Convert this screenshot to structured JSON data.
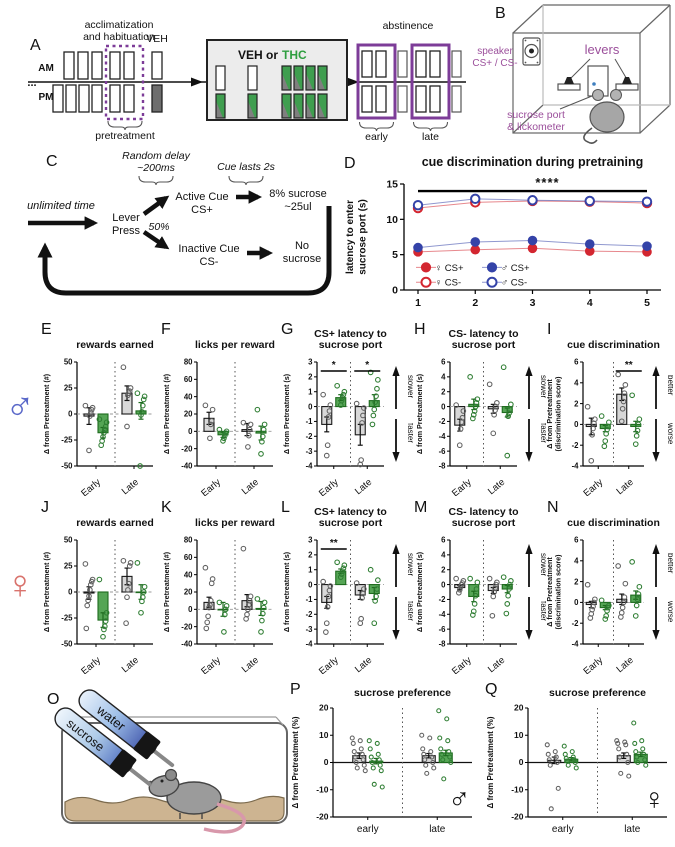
{
  "colors": {
    "female": "#d32630",
    "male": "#3443a8",
    "female_light": "#d9736d",
    "male_light": "#5a68c9",
    "purple": "#7d3c98",
    "purple_text": "#9b4f9b",
    "thc_text": "#2e9e3f",
    "thc_box": "#3f9e4f",
    "veh_fill": "#d8d8d8",
    "veh_stroke": "#1a1a1a",
    "thc_fill": "#55a555",
    "thc_stroke": "#1e6b1e"
  },
  "sex_symbols": {
    "male": "♂",
    "female": "♀"
  },
  "panel_a": {
    "letter": "A",
    "phase_line1": "acclimatization",
    "phase_line2": "and habituation",
    "veh": "VEH",
    "am": "AM",
    "pm": "PM",
    "dots": "...",
    "pretreatment": "pretreatment",
    "box_veh": "VEH or",
    "box_thc": "THC",
    "abstinence": "abstinence",
    "early": "early",
    "late": "late"
  },
  "panel_b": {
    "letter": "B",
    "speaker1": "speaker",
    "speaker2": "CS+ / CS-",
    "levers": "levers",
    "port1": "sucrose port",
    "port2": "& lickometer"
  },
  "panel_c": {
    "letter": "C",
    "random1": "Random delay",
    "random2": "~200ms",
    "cue_lasts": "Cue lasts 2s",
    "unlimited": "unlimited time",
    "lever1": "Lever",
    "lever2": "Press",
    "pct": "50%",
    "active1": "Active Cue",
    "active2": "CS+",
    "reward1": "8% sucrose",
    "reward2": "~25ul",
    "inactive1": "Inactive Cue",
    "inactive2": "CS-",
    "no1": "No",
    "no2": "sucrose"
  },
  "panel_o": {
    "letter": "O",
    "water": "water",
    "sucrose": "sucrose"
  },
  "chart_data": [
    {
      "id": "D",
      "letter": "D",
      "type": "line",
      "title": "cue discrimination during pretraining",
      "ylabel": [
        "latency to enter",
        "sucrose port (s)"
      ],
      "ylim": [
        0,
        15
      ],
      "ytick": 5,
      "x": [
        1,
        2,
        3,
        4,
        5
      ],
      "series": [
        {
          "name": "♀ CS+",
          "color_key": "female",
          "filled": true,
          "values": [
            5.4,
            5.7,
            5.9,
            5.5,
            5.4
          ]
        },
        {
          "name": "♂ CS+",
          "color_key": "male",
          "filled": true,
          "values": [
            6.0,
            6.8,
            7.0,
            6.5,
            6.2
          ]
        },
        {
          "name": "♀ CS-",
          "color_key": "female",
          "filled": false,
          "values": [
            11.6,
            12.4,
            12.6,
            12.5,
            12.3
          ]
        },
        {
          "name": "♂ CS-",
          "color_key": "male",
          "filled": false,
          "values": [
            12.0,
            12.9,
            12.7,
            12.6,
            12.5
          ]
        }
      ],
      "sig": {
        "stars": "****",
        "x_from": 1,
        "x_to": 5,
        "y": 14
      }
    },
    {
      "id": "E",
      "letter": "E",
      "type": "bar",
      "title": [
        "rewards earned"
      ],
      "ylabel": [
        "Δ from Pretreatment (#)"
      ],
      "ylim": [
        -50,
        50
      ],
      "ytick": 25,
      "categories": [
        "Early",
        "Late"
      ],
      "series": [
        "VEH",
        "THC"
      ],
      "means": [
        [
          -2,
          -18
        ],
        [
          20,
          3
        ]
      ],
      "sems": [
        [
          8,
          5
        ],
        [
          7,
          8
        ]
      ],
      "points": [
        [
          [
            8,
            6,
            4,
            1,
            -2,
            -35
          ],
          [
            -5,
            -8,
            -12,
            -15,
            -18,
            -22,
            -26,
            -30
          ]
        ],
        [
          [
            45,
            25,
            22,
            20,
            18,
            -12
          ],
          [
            20,
            17,
            14,
            8,
            2,
            -1,
            -50
          ]
        ]
      ],
      "sig": [],
      "arrows": null,
      "sex": null
    },
    {
      "id": "F",
      "letter": "F",
      "type": "bar",
      "title": [
        "licks per reward"
      ],
      "ylabel": [
        "Δ from Pretreatment (#)"
      ],
      "ylim": [
        -40,
        80
      ],
      "ytick": 20,
      "categories": [
        "Early",
        "Late"
      ],
      "series": [
        "VEH",
        "THC"
      ],
      "means": [
        [
          15,
          -4
        ],
        [
          2,
          -2
        ]
      ],
      "sems": [
        [
          7,
          3
        ],
        [
          7,
          8
        ]
      ],
      "points": [
        [
          [
            30,
            25,
            12,
            8,
            -8
          ],
          [
            2,
            0,
            -2,
            -5,
            -8,
            -11
          ]
        ],
        [
          [
            10,
            8,
            2,
            -5,
            -18
          ],
          [
            25,
            8,
            2,
            -6,
            -12,
            -26
          ]
        ]
      ],
      "sig": [],
      "arrows": null,
      "sex": null
    },
    {
      "id": "G",
      "letter": "G",
      "type": "bar",
      "title": [
        "CS+ latency to",
        "sucrose port"
      ],
      "ylabel": [
        "Δ from Pretreatment (s)"
      ],
      "ylim": [
        -4,
        3
      ],
      "ytick": 1,
      "categories": [
        "Early",
        "Late"
      ],
      "series": [
        "VEH",
        "THC"
      ],
      "means": [
        [
          -1.2,
          0.6
        ],
        [
          -1.9,
          0.4
        ]
      ],
      "sems": [
        [
          0.5,
          0.2
        ],
        [
          0.7,
          0.4
        ]
      ],
      "points": [
        [
          [
            0.8,
            0.1,
            -0.3,
            -0.7,
            -2.6,
            -3.3
          ],
          [
            1.4,
            1.0,
            0.8,
            0.6,
            0.4,
            0.1
          ]
        ],
        [
          [
            0.2,
            -0.1,
            -0.6,
            -1.1,
            -3.6,
            -3.9
          ],
          [
            2.3,
            1.8,
            1.2,
            0.7,
            0.3,
            -0.2,
            -0.6,
            -1.2
          ]
        ]
      ],
      "sig": [
        {
          "cat": 0,
          "stars": "*"
        },
        {
          "cat": 1,
          "stars": "*"
        }
      ],
      "arrows": {
        "up": "slower",
        "down": "faster"
      },
      "sex": null
    },
    {
      "id": "H",
      "letter": "H",
      "type": "bar",
      "title": [
        "CS- latency to",
        "sucrose port"
      ],
      "ylabel": [
        "Δ from Pretreatment (s)"
      ],
      "ylim": [
        -8,
        6
      ],
      "ytick": 2,
      "categories": [
        "Early",
        "Late"
      ],
      "series": [
        "VEH",
        "THC"
      ],
      "means": [
        [
          -2.5,
          0.3
        ],
        [
          -0.3,
          -0.8
        ]
      ],
      "sems": [
        [
          0.8,
          0.7
        ],
        [
          0.6,
          0.6
        ]
      ],
      "points": [
        [
          [
            0.2,
            -0.6,
            -1.5,
            -2.1,
            -3.0,
            -5.2
          ],
          [
            4.0,
            1.0,
            0.5,
            0.0,
            -0.6,
            -1.1,
            -1.6
          ]
        ],
        [
          [
            3.0,
            0.5,
            0.0,
            -0.5,
            -1.1,
            -3.6
          ],
          [
            5.3,
            0.3,
            -0.4,
            -0.9,
            -1.3,
            -6.6
          ]
        ]
      ],
      "sig": [],
      "arrows": {
        "up": "slower",
        "down": "faster"
      },
      "sex": null
    },
    {
      "id": "I",
      "letter": "I",
      "type": "bar",
      "title": [
        "cue discrimination"
      ],
      "ylabel": [
        "Δ from Pretreatment",
        "(discrimination score)"
      ],
      "ylim": [
        -4,
        6
      ],
      "ytick": 2,
      "categories": [
        "Early",
        "Late"
      ],
      "series": [
        "VEH",
        "THC"
      ],
      "means": [
        [
          -0.2,
          -0.4
        ],
        [
          2.9,
          -0.2
        ]
      ],
      "sems": [
        [
          0.8,
          0.3
        ],
        [
          0.6,
          0.5
        ]
      ],
      "points": [
        [
          [
            1.7,
            0.5,
            0.1,
            -0.4,
            -1.0,
            -3.5
          ],
          [
            0.8,
            0.2,
            -0.2,
            -0.5,
            -0.9,
            -1.6,
            -2.1
          ]
        ],
        [
          [
            4.8,
            3.8,
            3.0,
            2.2,
            1.5,
            0.3
          ],
          [
            2.8,
            0.5,
            0.0,
            -0.6,
            -1.1,
            -1.9
          ]
        ]
      ],
      "sig": [
        {
          "cat": 1,
          "stars": "**"
        }
      ],
      "arrows": {
        "up": "better",
        "down": "worse"
      },
      "sex": null
    },
    {
      "id": "J",
      "letter": "J",
      "type": "bar",
      "title": [
        "rewards earned"
      ],
      "ylabel": [
        "Δ from Pretreatment (#)"
      ],
      "ylim": [
        -50,
        50
      ],
      "ytick": 25,
      "categories": [
        "Early",
        "Late"
      ],
      "series": [
        "VEH",
        "THC"
      ],
      "means": [
        [
          -1,
          -27
        ],
        [
          15,
          0
        ]
      ],
      "sems": [
        [
          6,
          7
        ],
        [
          8,
          7
        ]
      ],
      "points": [
        [
          [
            27,
            12,
            10,
            7,
            2,
            -4,
            -8,
            -13,
            -35
          ],
          [
            12,
            -20,
            -28,
            -33,
            -36,
            -43
          ]
        ],
        [
          [
            30,
            28,
            25,
            8,
            2,
            -5,
            -30
          ],
          [
            28,
            5,
            0,
            -5,
            -9,
            -20
          ]
        ]
      ],
      "sig": [],
      "arrows": null,
      "sex": null
    },
    {
      "id": "K",
      "letter": "K",
      "type": "bar",
      "title": [
        "licks per reward"
      ],
      "ylabel": [
        "Δ from Pretreatment (#)"
      ],
      "ylim": [
        -40,
        80
      ],
      "ytick": 20,
      "categories": [
        "Early",
        "Late"
      ],
      "series": [
        "VEH",
        "THC"
      ],
      "means": [
        [
          8,
          0
        ],
        [
          10,
          1
        ]
      ],
      "sems": [
        [
          6,
          8
        ],
        [
          7,
          8
        ]
      ],
      "points": [
        [
          [
            48,
            35,
            30,
            10,
            5,
            2,
            -8,
            -15,
            -22
          ],
          [
            8,
            4,
            0,
            -6,
            -26
          ]
        ],
        [
          [
            70,
            15,
            10,
            5,
            0,
            -6,
            -11
          ],
          [
            12,
            8,
            2,
            -5,
            -13,
            -26
          ]
        ]
      ],
      "sig": [],
      "arrows": null,
      "sex": null
    },
    {
      "id": "L",
      "letter": "L",
      "type": "bar",
      "title": [
        "CS+ latency to",
        "sucrose port"
      ],
      "ylabel": [
        "Δ from Pretreatment (s)"
      ],
      "ylim": [
        -4,
        3
      ],
      "ytick": 1,
      "categories": [
        "Early",
        "Late"
      ],
      "series": [
        "VEH",
        "THC"
      ],
      "means": [
        [
          -1.2,
          0.9
        ],
        [
          -0.7,
          -0.6
        ]
      ],
      "sems": [
        [
          0.4,
          0.15
        ],
        [
          0.3,
          0.4
        ]
      ],
      "points": [
        [
          [
            0.2,
            -0.1,
            -0.4,
            -0.8,
            -1.5,
            -2.6,
            -3.2
          ],
          [
            1.5,
            1.3,
            1.1,
            0.9,
            0.7,
            0.5
          ]
        ],
        [
          [
            0.1,
            -0.3,
            -0.6,
            -0.9,
            -2.3,
            -2.6
          ],
          [
            1.0,
            0.3,
            -0.3,
            -0.8,
            -1.1,
            -2.6
          ]
        ]
      ],
      "sig": [
        {
          "cat": 0,
          "stars": "**"
        }
      ],
      "arrows": {
        "up": "slower",
        "down": "faster"
      },
      "sex": null
    },
    {
      "id": "M",
      "letter": "M",
      "type": "bar",
      "title": [
        "CS- latency to",
        "sucrose port"
      ],
      "ylabel": [
        "Δ from Pretreatment (s)"
      ],
      "ylim": [
        -8,
        6
      ],
      "ytick": 2,
      "categories": [
        "Early",
        "Late"
      ],
      "series": [
        "VEH",
        "THC"
      ],
      "means": [
        [
          -0.4,
          -1.6
        ],
        [
          -0.8,
          -0.6
        ]
      ],
      "sems": [
        [
          0.3,
          0.7
        ],
        [
          0.4,
          0.5
        ]
      ],
      "points": [
        [
          [
            0.8,
            0.5,
            0.2,
            0.0,
            -0.3,
            -0.7,
            -1.1
          ],
          [
            0.8,
            0.3,
            -0.6,
            -1.5,
            -2.6,
            -3.6,
            -4.1
          ]
        ],
        [
          [
            0.8,
            0.3,
            0.0,
            -0.5,
            -1.0,
            -1.6,
            -4.2
          ],
          [
            1.0,
            0.5,
            0.0,
            -0.6,
            -1.5,
            -2.6,
            -3.9
          ]
        ]
      ],
      "sig": [],
      "arrows": {
        "up": "slower",
        "down": "faster"
      },
      "sex": null
    },
    {
      "id": "N",
      "letter": "N",
      "type": "bar",
      "title": [
        "cue discrimination"
      ],
      "ylabel": [
        "Δ from Pretreatment",
        "(discrimination score)"
      ],
      "ylim": [
        -4,
        6
      ],
      "ytick": 2,
      "categories": [
        "Early",
        "Late"
      ],
      "series": [
        "VEH",
        "THC"
      ],
      "means": [
        [
          -0.2,
          -0.5
        ],
        [
          0.3,
          0.7
        ]
      ],
      "sems": [
        [
          0.3,
          0.2
        ],
        [
          0.5,
          0.4
        ]
      ],
      "points": [
        [
          [
            1.7,
            0.3,
            0.0,
            -0.4,
            -0.7,
            -1.1,
            -1.5
          ],
          [
            0.2,
            -0.3,
            -0.5,
            -0.8,
            -1.3,
            -1.6
          ]
        ],
        [
          [
            3.5,
            1.8,
            0.5,
            0.0,
            -0.5,
            -1.0,
            -1.4
          ],
          [
            3.9,
            1.5,
            0.8,
            0.3,
            -0.3,
            -1.3
          ]
        ]
      ],
      "sig": [],
      "arrows": {
        "up": "better",
        "down": "worse"
      },
      "sex": null
    },
    {
      "id": "P",
      "letter": "P",
      "type": "bar",
      "title": [
        "sucrose preference"
      ],
      "ylabel": [
        "Δ from Pretreatment (%)"
      ],
      "ylim": [
        -20,
        20
      ],
      "ytick": 10,
      "categories": [
        "early",
        "late"
      ],
      "series": [
        "VEH",
        "THC"
      ],
      "means": [
        [
          2.5,
          0.5
        ],
        [
          2.5,
          3.5
        ]
      ],
      "sems": [
        [
          1.0,
          1.0
        ],
        [
          0.8,
          1.0
        ]
      ],
      "points": [
        [
          [
            9,
            8,
            7,
            5,
            4,
            3,
            2,
            1,
            0,
            -1,
            -2,
            -3
          ],
          [
            8,
            7,
            5,
            3,
            2,
            1,
            0,
            -1,
            -2,
            -3,
            -8,
            -9
          ]
        ],
        [
          [
            10,
            9,
            5,
            4,
            3,
            2,
            1,
            0,
            -1,
            -2,
            -4
          ],
          [
            19,
            16,
            9,
            8,
            5,
            4,
            3,
            2,
            1,
            0,
            -6
          ]
        ]
      ],
      "sig": [],
      "arrows": null,
      "sex": "male"
    },
    {
      "id": "Q",
      "letter": "Q",
      "type": "bar",
      "title": [
        "sucrose preference"
      ],
      "ylabel": [
        "Δ from Pretreatment (%)"
      ],
      "ylim": [
        -20,
        20
      ],
      "ytick": 10,
      "categories": [
        "early",
        "late"
      ],
      "series": [
        "VEH",
        "THC"
      ],
      "means": [
        [
          0.8,
          1.2
        ],
        [
          2.5,
          3.0
        ]
      ],
      "sems": [
        [
          1.2,
          0.6
        ],
        [
          1.0,
          0.8
        ]
      ],
      "points": [
        [
          [
            6.5,
            4,
            3,
            2,
            1,
            0,
            -1,
            -9.5,
            -17
          ],
          [
            6,
            4,
            3,
            2,
            1.5,
            1,
            0.5,
            0,
            -1,
            -2
          ]
        ],
        [
          [
            8,
            7.5,
            7,
            6.5,
            5,
            3,
            2,
            0,
            -4,
            -5
          ],
          [
            14.5,
            8,
            7,
            5,
            4,
            3,
            2,
            1,
            0,
            -1
          ]
        ]
      ],
      "sig": [],
      "arrows": null,
      "sex": "female"
    }
  ]
}
